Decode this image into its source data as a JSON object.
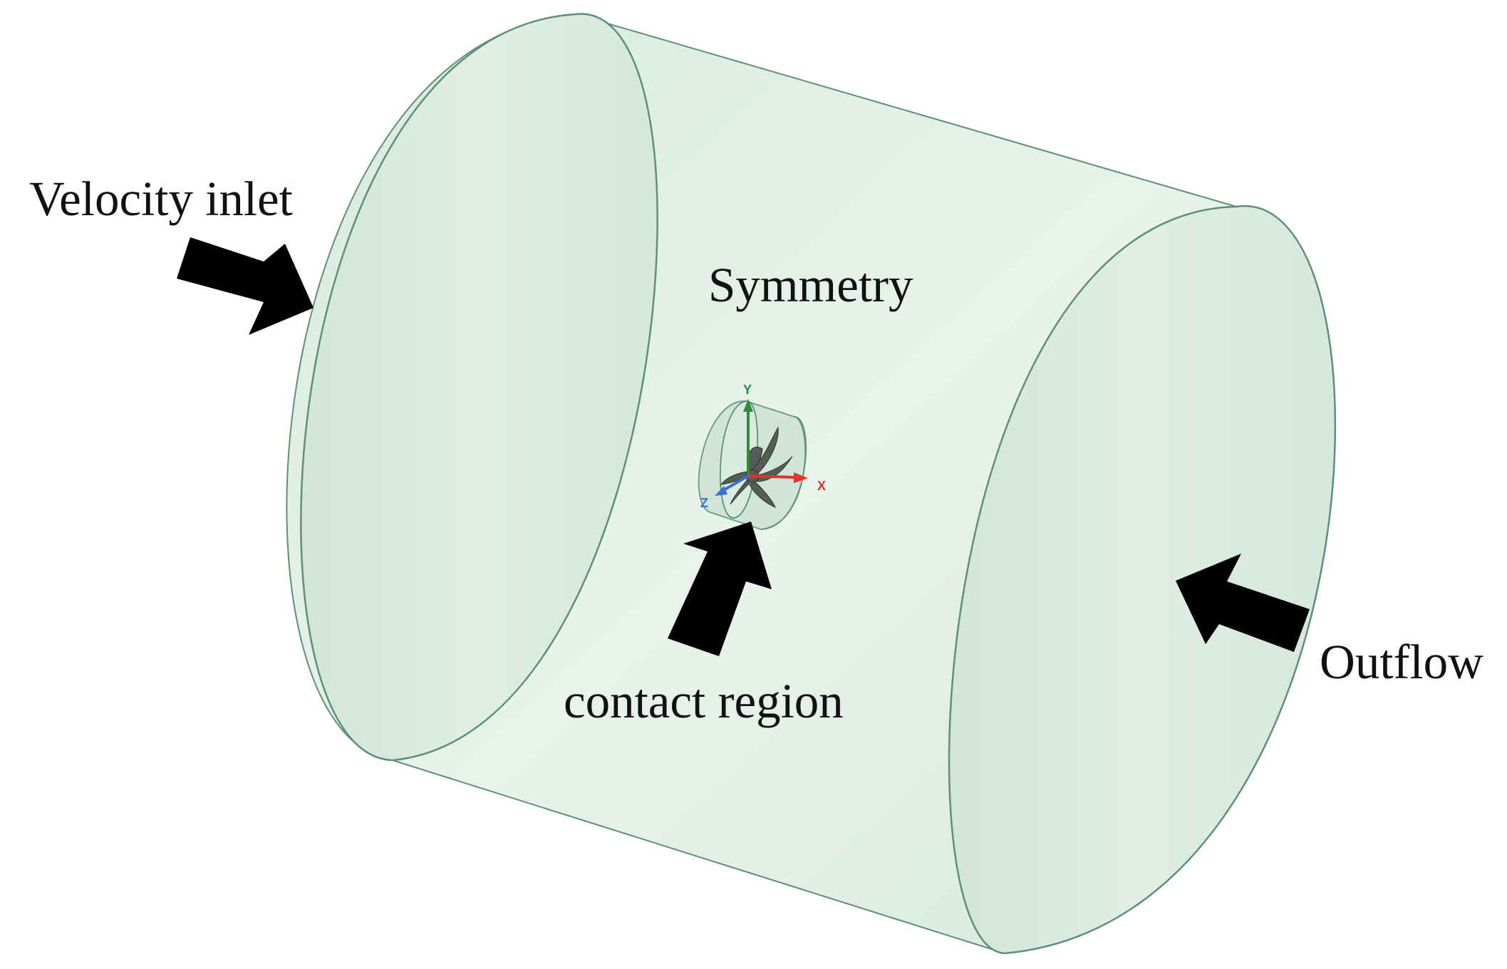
{
  "labels": {
    "velocity_inlet": "Velocity inlet",
    "symmetry": "Symmetry",
    "contact_region": "contact region",
    "outflow": "Outflow"
  },
  "axes": {
    "x": "X",
    "y": "Y",
    "z": "Z"
  },
  "colors": {
    "domain_fill": "#dcece3",
    "domain_stroke": "#5f8f76",
    "arrow": "#000000",
    "axis_x": "#e0352b",
    "axis_y": "#2e8b3a",
    "axis_z": "#3a6fd8"
  }
}
